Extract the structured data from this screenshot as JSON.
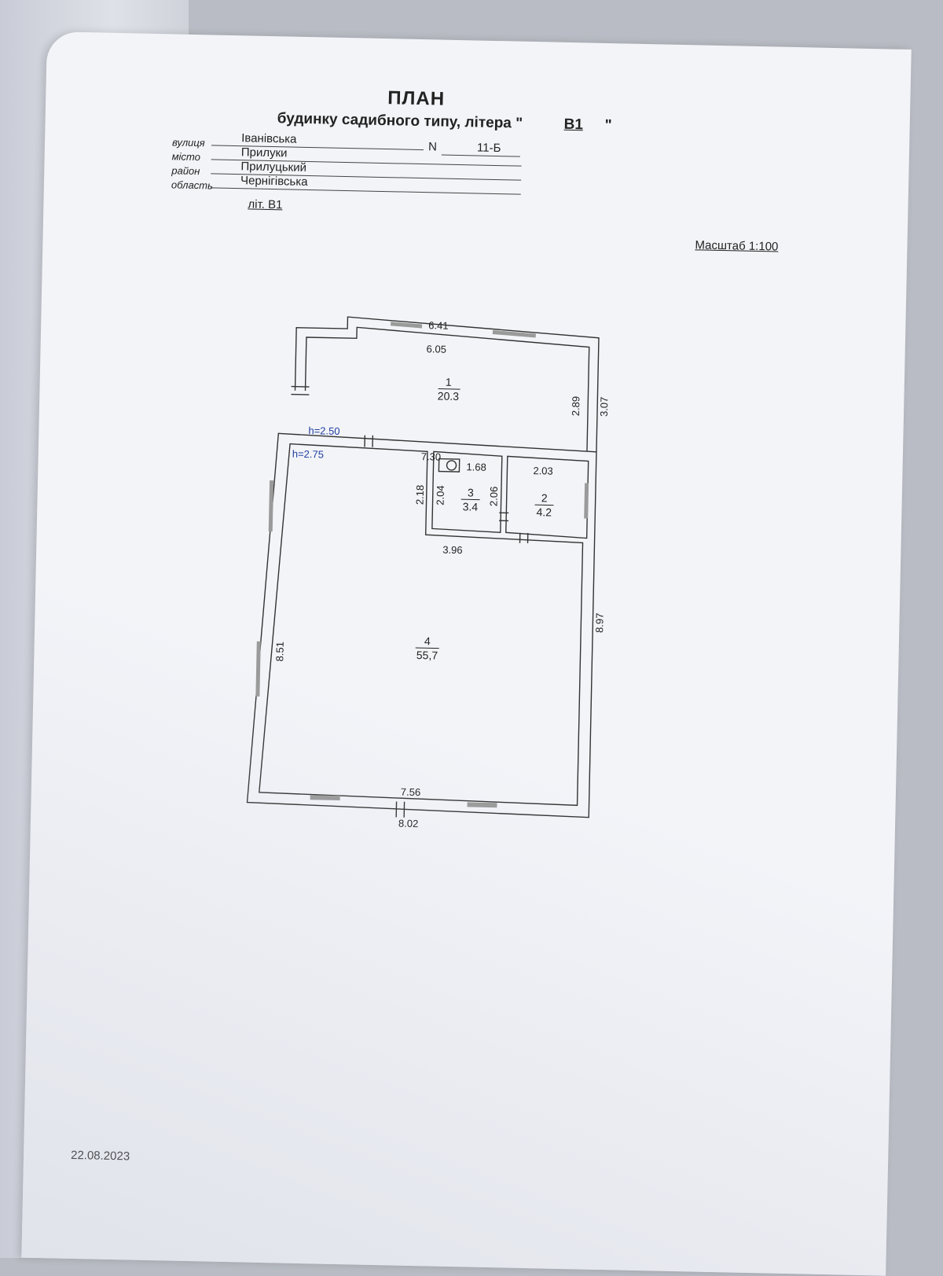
{
  "header": {
    "title": "ПЛАН",
    "subtitle": "будинку садибного типу, літера \"",
    "letter": "В1",
    "letter_close": "\""
  },
  "address": {
    "street_label": "вулиця",
    "street": "Іванівська",
    "number_label": "N",
    "number": "11-Б",
    "city_label": "місто",
    "city": "Прилуки",
    "district_label": "район",
    "district": "Прилуцький",
    "region_label": "область",
    "region": "Чернігівська"
  },
  "lit_label": "літ. В1",
  "scale_label": "Масштаб 1:100",
  "plan": {
    "heights": {
      "top_room": "h=2.50",
      "main": "h=2.75"
    },
    "rooms": [
      {
        "number": "1",
        "area": "20.3"
      },
      {
        "number": "2",
        "area": "4.2"
      },
      {
        "number": "3",
        "area": "3.4"
      },
      {
        "number": "4",
        "area": "55,7"
      }
    ],
    "dimensions": {
      "top_outer": "6.41",
      "top_inner": "6.05",
      "room1_right_inner": "2.89",
      "room1_right_outer": "3.07",
      "mid_wall": "7.30",
      "bath_left_outer": "2.18",
      "bath_left_inner": "2.04",
      "bath_top": "1.68",
      "bath_right": "2.06",
      "room2_top": "2.03",
      "room2_bottom": "3.96",
      "left_wall": "8.51",
      "right_wall": "8.97",
      "bottom_inner": "7.56",
      "bottom_outer": "8.02"
    }
  },
  "date": "22.08.2023"
}
